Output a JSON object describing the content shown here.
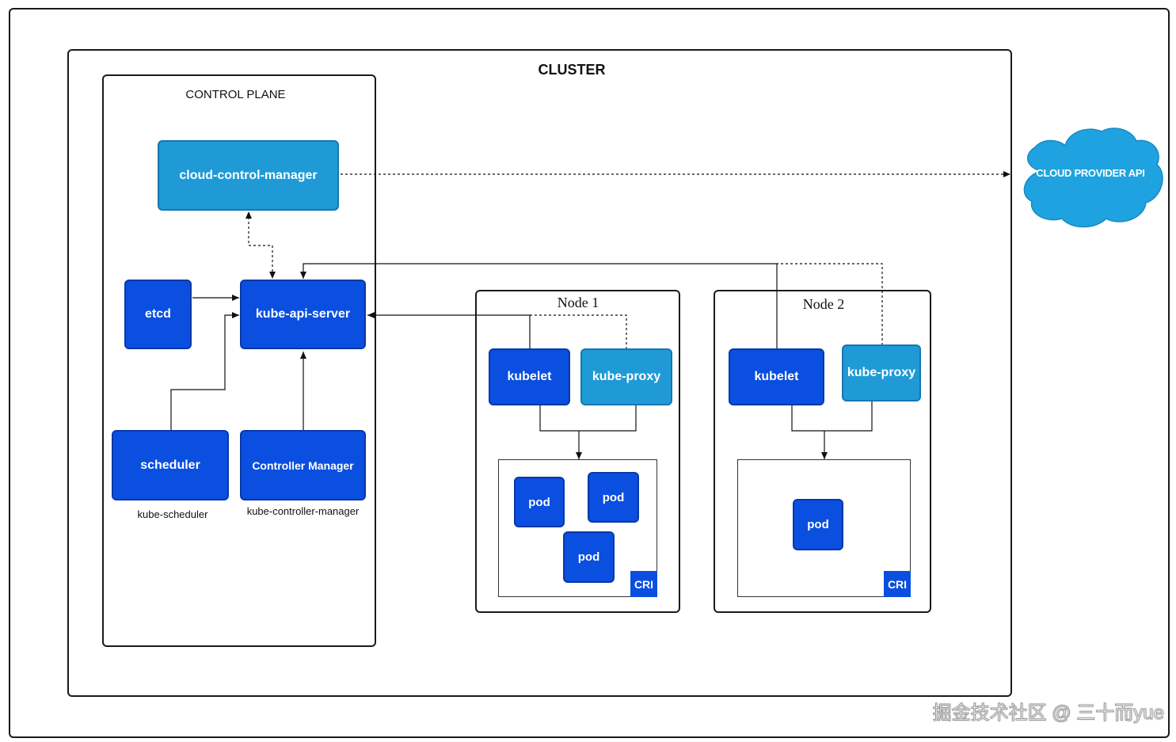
{
  "cluster": {
    "title": "CLUSTER"
  },
  "control_plane": {
    "title": "CONTROL PLANE",
    "cloud_control_manager": "cloud-control-manager",
    "etcd": "etcd",
    "kube_api_server": "kube-api-server",
    "scheduler": "scheduler",
    "scheduler_caption": "kube-scheduler",
    "controller_manager": "Controller Manager",
    "controller_manager_caption": "kube-controller-manager"
  },
  "cloud_provider": {
    "label": "CLOUD PROVIDER API"
  },
  "nodes": [
    {
      "title": "Node 1",
      "kubelet": "kubelet",
      "kube_proxy": "kube-proxy",
      "pods": [
        "pod",
        "pod",
        "pod"
      ],
      "runtime": "CRI"
    },
    {
      "title": "Node 2",
      "kubelet": "kubelet",
      "kube_proxy": "kube-proxy",
      "pods": [
        "pod"
      ],
      "runtime": "CRI"
    }
  ],
  "watermark": "掘金技术社区 @ 三十而yue",
  "colors": {
    "dark_blue": "#0a4fe0",
    "light_blue": "#1f9ad6",
    "cloud": "#1fa3e0"
  }
}
